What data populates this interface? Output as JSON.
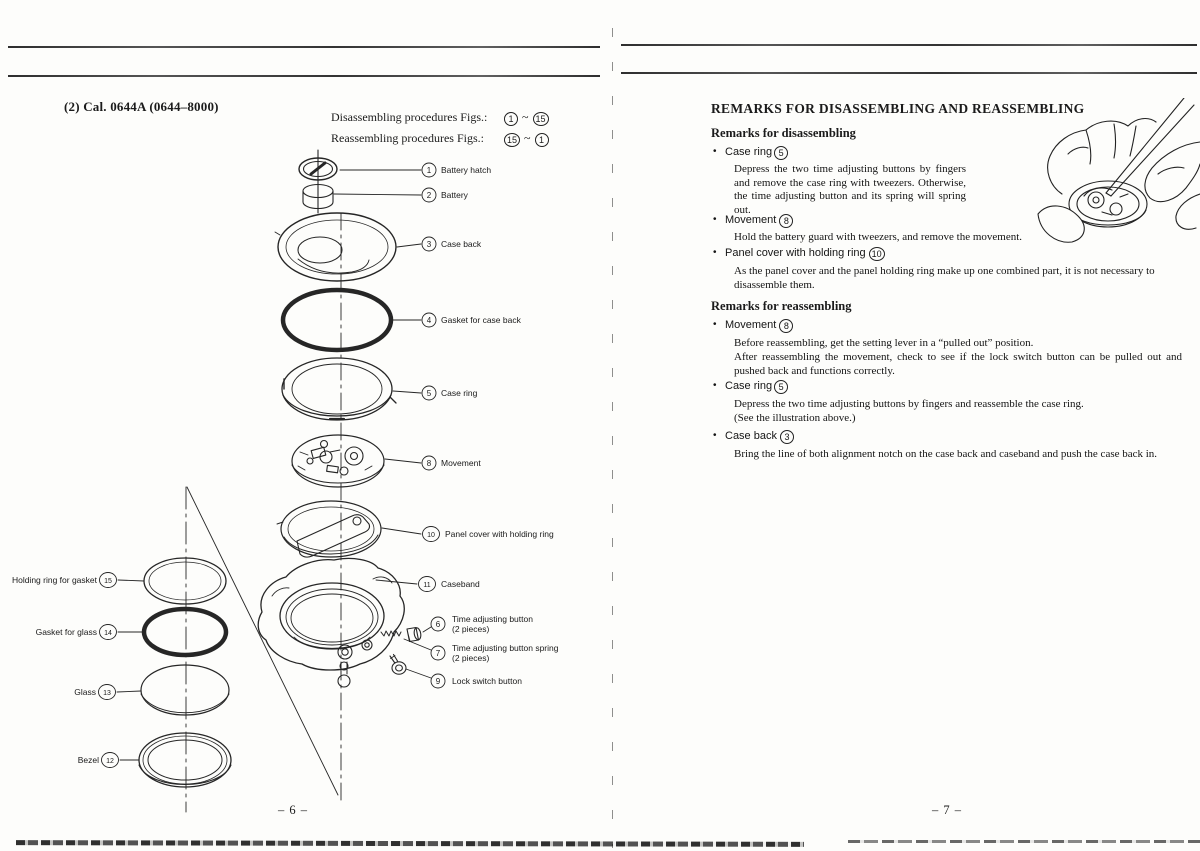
{
  "glyphs": {
    "bullet": "•",
    "tilde": "~"
  },
  "page_left": {
    "header": "(2)  Cal. 0644A (0644–8000)",
    "procedures": {
      "disassembling_label": "Disassembling procedures Figs.:",
      "reassembling_label": "Reassembling procedures Figs.:",
      "dis_from": "1",
      "dis_to": "15",
      "re_from": "15",
      "re_to": "1"
    },
    "page_number": "– 6 –",
    "diagram": {
      "labels": [
        {
          "num": "1",
          "text": "Battery hatch"
        },
        {
          "num": "2",
          "text": "Battery"
        },
        {
          "num": "3",
          "text": "Case back"
        },
        {
          "num": "4",
          "text": "Gasket for case back"
        },
        {
          "num": "5",
          "text": "Case ring"
        },
        {
          "num": "8",
          "text": "Movement"
        },
        {
          "num": "10",
          "text": "Panel cover with holding ring"
        },
        {
          "num": "11",
          "text": "Caseband"
        },
        {
          "num": "6",
          "text": "Time adjusting button",
          "text2": "(2 pieces)"
        },
        {
          "num": "7",
          "text": "Time adjusting button spring",
          "text2": "(2 pieces)"
        },
        {
          "num": "9",
          "text": "Lock switch button"
        },
        {
          "num": "15",
          "text": "Holding ring for gasket"
        },
        {
          "num": "14",
          "text": "Gasket for glass"
        },
        {
          "num": "13",
          "text": "Glass"
        },
        {
          "num": "12",
          "text": "Bezel"
        }
      ]
    }
  },
  "page_right": {
    "title": "REMARKS FOR DISASSEMBLING AND REASSEMBLING",
    "disassembling": {
      "heading": "Remarks for disassembling",
      "items": [
        {
          "name": "Case ring",
          "num": "5",
          "body": "Depress the two time adjusting buttons by fingers and remove the case ring with tweezers. Otherwise, the time adjusting button and its spring will spring out."
        },
        {
          "name": "Movement",
          "num": "8",
          "body": "Hold the battery guard with tweezers, and remove the movement."
        },
        {
          "name": "Panel cover with holding ring",
          "num": "10",
          "body": "As the panel cover and the panel holding ring make up one combined part, it is not necessary to disassemble them."
        }
      ]
    },
    "reassembling": {
      "heading": "Remarks for reassembling",
      "items": [
        {
          "name": "Movement",
          "num": "8",
          "body": "Before reassembling, get the setting lever in a “pulled out” position.",
          "body2": "After reassembling the movement, check to see if the lock switch button can be pulled out and pushed back and functions correctly."
        },
        {
          "name": "Case ring",
          "num": "5",
          "body": "Depress the two time adjusting buttons by fingers and reassemble the case ring.",
          "body2": "(See the illustration above.)"
        },
        {
          "name": "Case back",
          "num": "3",
          "body": "Bring the line of both alignment notch on the case back and caseband and push the case back in."
        }
      ]
    },
    "page_number": "– 7 –"
  }
}
